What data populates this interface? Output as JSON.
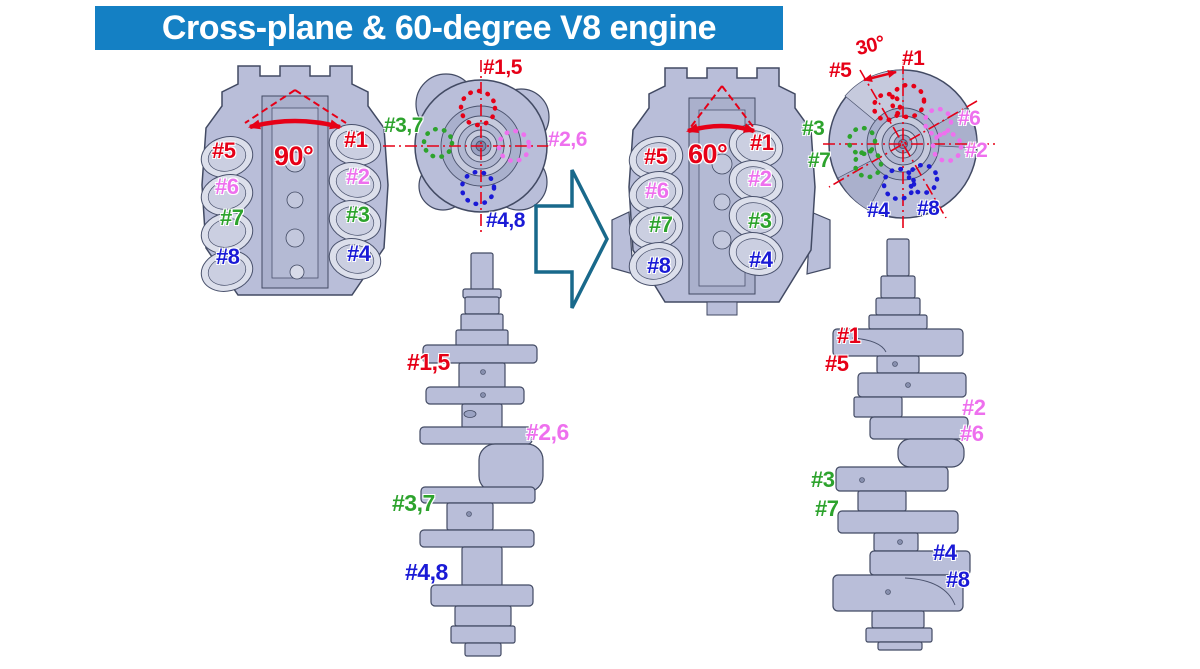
{
  "title": "Cross-plane & 60-degree V8 engine",
  "colors": {
    "title_bg": "#1480c4",
    "title_text": "#ffffff",
    "red": "#e60017",
    "pink": "#ee70ee",
    "green": "#2da32d",
    "blue": "#1a1ad6",
    "arrow_outline": "#19698b",
    "metal": "#b9bed9",
    "metal_outline": "#424a63",
    "centerline_red": "#e60017"
  },
  "left_engine": {
    "angle": "90°",
    "cylinders": [
      {
        "text": "#5",
        "color": "#e60017"
      },
      {
        "text": "#6",
        "color": "#ee70ee"
      },
      {
        "text": "#7",
        "color": "#2da32d"
      },
      {
        "text": "#8",
        "color": "#1a1ad6"
      },
      {
        "text": "#1",
        "color": "#e60017"
      },
      {
        "text": "#2",
        "color": "#ee70ee"
      },
      {
        "text": "#3",
        "color": "#2da32d"
      },
      {
        "text": "#4",
        "color": "#1a1ad6"
      }
    ]
  },
  "left_crank_end": {
    "labels": [
      {
        "text": "#1,5",
        "color": "#e60017"
      },
      {
        "text": "#2,6",
        "color": "#ee70ee"
      },
      {
        "text": "#3,7",
        "color": "#2da32d"
      },
      {
        "text": "#4,8",
        "color": "#1a1ad6"
      }
    ]
  },
  "right_engine": {
    "angle": "60°",
    "cylinders": [
      {
        "text": "#5",
        "color": "#e60017"
      },
      {
        "text": "#6",
        "color": "#ee70ee"
      },
      {
        "text": "#7",
        "color": "#2da32d"
      },
      {
        "text": "#8",
        "color": "#1a1ad6"
      },
      {
        "text": "#1",
        "color": "#e60017"
      },
      {
        "text": "#2",
        "color": "#ee70ee"
      },
      {
        "text": "#3",
        "color": "#2da32d"
      },
      {
        "text": "#4",
        "color": "#1a1ad6"
      }
    ]
  },
  "right_crank_end": {
    "angle": "30°",
    "labels": [
      {
        "text": "#1",
        "color": "#e60017"
      },
      {
        "text": "#5",
        "color": "#e60017"
      },
      {
        "text": "#6",
        "color": "#ee70ee"
      },
      {
        "text": "#2",
        "color": "#ee70ee"
      },
      {
        "text": "#3",
        "color": "#2da32d"
      },
      {
        "text": "#7",
        "color": "#2da32d"
      },
      {
        "text": "#4",
        "color": "#1a1ad6"
      },
      {
        "text": "#8",
        "color": "#1a1ad6"
      }
    ]
  },
  "left_crank_side": {
    "labels": [
      {
        "text": "#1,5",
        "color": "#e60017"
      },
      {
        "text": "#2,6",
        "color": "#ee70ee"
      },
      {
        "text": "#3,7",
        "color": "#2da32d"
      },
      {
        "text": "#4,8",
        "color": "#1a1ad6"
      }
    ]
  },
  "right_crank_side": {
    "labels": [
      {
        "text": "#1",
        "color": "#e60017"
      },
      {
        "text": "#5",
        "color": "#e60017"
      },
      {
        "text": "#2",
        "color": "#ee70ee"
      },
      {
        "text": "#6",
        "color": "#ee70ee"
      },
      {
        "text": "#3",
        "color": "#2da32d"
      },
      {
        "text": "#7",
        "color": "#2da32d"
      },
      {
        "text": "#4",
        "color": "#1a1ad6"
      },
      {
        "text": "#8",
        "color": "#1a1ad6"
      }
    ]
  }
}
